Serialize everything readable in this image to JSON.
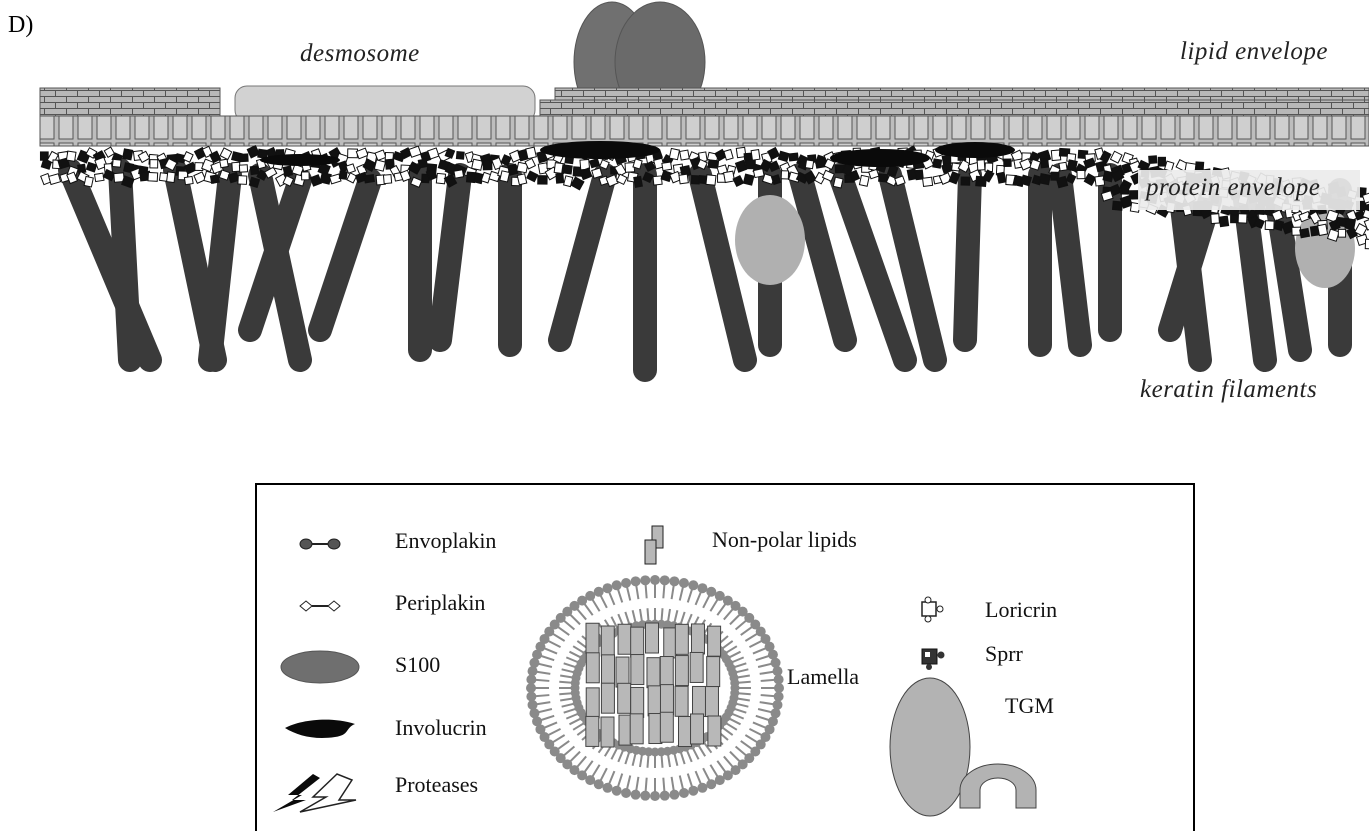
{
  "panel_label": "D)",
  "labels": {
    "desmosome": "desmosome",
    "lipid_envelope": "lipid envelope",
    "protein_envelope": "protein envelope",
    "keratin_filaments": "keratin filaments"
  },
  "legend": {
    "envoplakin": "Envoplakin",
    "periplakin": "Periplakin",
    "s100": "S100",
    "involucrin": "Involucrin",
    "proteases": "Proteases",
    "non_polar_lipids": "Non-polar lipids",
    "loricrin": "Loricrin",
    "sprr": "Sprr",
    "lamella": "Lamella",
    "tgm": "TGM"
  },
  "colors": {
    "keratin": "#3a3a3a",
    "lipid_block": "#b8b8b8",
    "lipid_stroke": "#555555",
    "s100": "#6f6f6f",
    "lamella": "#b0b0b0",
    "involucrin": "#0a0a0a"
  },
  "icons": [
    "envoplakin-icon",
    "periplakin-icon",
    "s100-icon",
    "involucrin-icon",
    "protease-icon",
    "non-polar-lipid-icon",
    "loricrin-icon",
    "sprr-icon",
    "lamella-icon",
    "tgm-icon"
  ]
}
